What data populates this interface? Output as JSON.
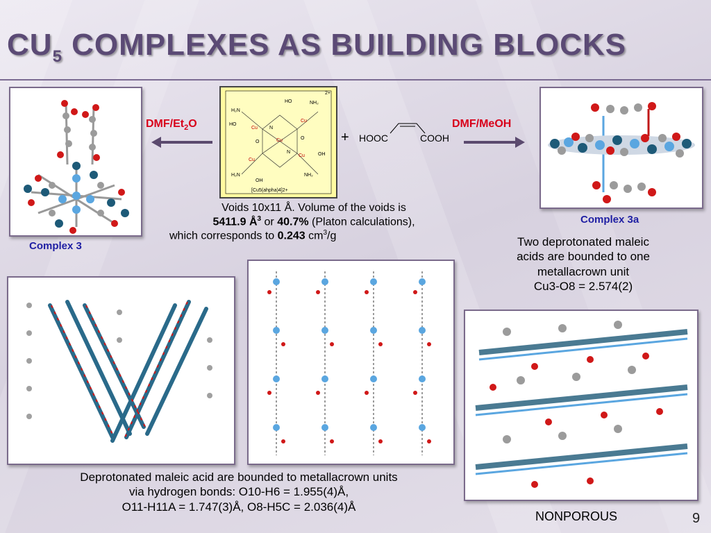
{
  "title": {
    "part1": "Cu",
    "sub": "5",
    "part2": " Complexes as building blocks"
  },
  "labels": {
    "complex3": "Complex 3",
    "complex3a": "Complex 3a",
    "dmf_et2o_a": "DMF/Et",
    "dmf_et2o_sub": "2",
    "dmf_et2o_b": "O",
    "dmf_meoh": "DMF/MeOH",
    "plus": "+",
    "hooc": "HOOC",
    "cooh": "COOH",
    "formula": "[Cu5(ahpha)4]2+",
    "charge": "2+"
  },
  "voids": {
    "l1": "Voids 10x11 Å. Volume of the voids  is",
    "v1": "5411.9 Å",
    "v1sup": "3",
    "or": " or ",
    "v2": "40.7%",
    "platon": " (Platon calculations),",
    "l3a": "which corresponds to ",
    "v3": "0.243",
    "l3b": " cm",
    "l3sup": "3",
    "l3c": "/g"
  },
  "desc": {
    "l1": "Two deprotonated maleic",
    "l2": "acids are bounded to one",
    "l3": "metallacrown unit",
    "l4": "Cu3-O8  = 2.574(2)"
  },
  "hbonds": {
    "l1": "Deprotonated maleic acid are bounded to metallacrown units",
    "l2": "via hydrogen bonds: O10-H6 = 1.955(4)Å,",
    "l3": "O11-H11A = 1.747(3)Å, O8-H5C = 2.036(4)Å"
  },
  "nonporous": "NONPOROUS",
  "page_number": "9",
  "colors": {
    "title": "#5b4a75",
    "blue_label": "#1f1fa3",
    "red_label": "#d8001a",
    "arrow": "#5b4a6e"
  }
}
